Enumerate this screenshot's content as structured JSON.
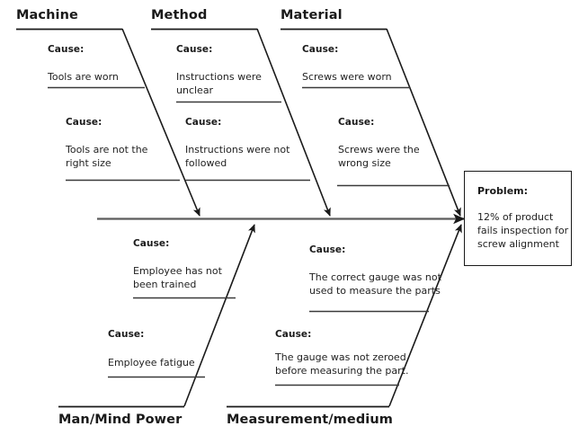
{
  "diagram": {
    "type": "fishbone-ishikawa",
    "title_visible": false,
    "colors": {
      "background": "#ffffff",
      "line": "#4a4a4a",
      "line_dark": "#1a1a1a",
      "text": "#1a1a1a"
    },
    "cause_label": "Cause:",
    "problem": {
      "title": "Problem:",
      "text_lines": [
        "12% of product",
        "fails inspection for",
        "screw alignment"
      ],
      "text": "12% of product fails inspection for screw alignment"
    },
    "categories": [
      {
        "id": "machine",
        "label": "Machine",
        "position": "top",
        "causes": [
          {
            "label": "Cause:",
            "lines": [
              "Tools are worn"
            ],
            "text": "Tools are worn"
          },
          {
            "label": "Cause:",
            "lines": [
              "Tools are not the",
              "right size"
            ],
            "text": "Tools are not the right size"
          }
        ]
      },
      {
        "id": "method",
        "label": "Method",
        "position": "top",
        "causes": [
          {
            "label": "Cause:",
            "lines": [
              "Instructions were",
              "unclear"
            ],
            "text": "Instructions were unclear"
          },
          {
            "label": "Cause:",
            "lines": [
              "Instructions were not",
              "followed"
            ],
            "text": "Instructions were not followed"
          }
        ]
      },
      {
        "id": "material",
        "label": "Material",
        "position": "top",
        "causes": [
          {
            "label": "Cause:",
            "lines": [
              "Screws were worn"
            ],
            "text": "Screws were worn"
          },
          {
            "label": "Cause:",
            "lines": [
              "Screws were the",
              "wrong size"
            ],
            "text": "Screws were the wrong size"
          }
        ]
      },
      {
        "id": "man-mind-power",
        "label": "Man/Mind Power",
        "position": "bottom",
        "causes": [
          {
            "label": "Cause:",
            "lines": [
              "Employee has not",
              "been trained"
            ],
            "text": "Employee has not been trained"
          },
          {
            "label": "Cause:",
            "lines": [
              "Employee fatigue"
            ],
            "text": "Employee fatigue"
          }
        ]
      },
      {
        "id": "measurement-medium",
        "label": "Measurement/medium",
        "position": "bottom",
        "causes": [
          {
            "label": "Cause:",
            "lines": [
              "The correct gauge was not",
              "used to measure the parts"
            ],
            "text": "The correct gauge was not used to measure the parts"
          },
          {
            "label": "Cause:",
            "lines": [
              "The gauge was not zeroed",
              "before measuring the part."
            ],
            "text": "The gauge was not zeroed before measuring the part."
          }
        ]
      }
    ]
  }
}
